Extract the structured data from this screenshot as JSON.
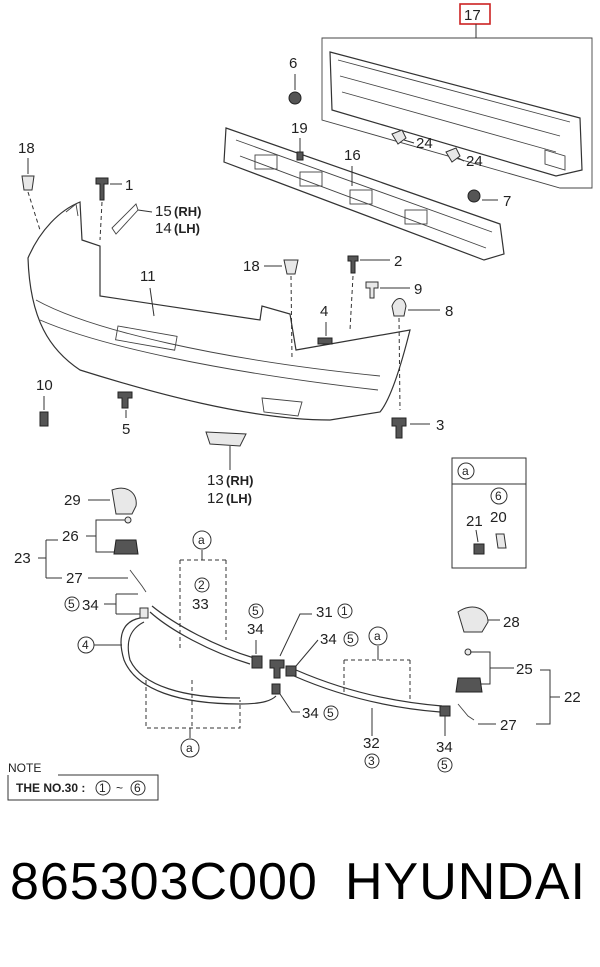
{
  "callouts": {
    "c17": "17",
    "c6": "6",
    "c19": "19",
    "c16": "16",
    "c24a": "24",
    "c24b": "24",
    "c7": "7",
    "c18a": "18",
    "c1": "1",
    "c15": "15",
    "c15s": "(RH)",
    "c14": "14",
    "c14s": "(LH)",
    "c11": "11",
    "c18b": "18",
    "c2": "2",
    "c9": "9",
    "c8": "8",
    "c4": "4",
    "c10": "10",
    "c5": "5",
    "c3": "3",
    "c13": "13",
    "c13s": "(RH)",
    "c12": "12",
    "c12s": "(LH)",
    "c29": "29",
    "c26": "26",
    "c23": "23",
    "c27a": "27",
    "c34a": "34",
    "c4c": "4",
    "ca1": "a",
    "c2c": "2",
    "c33": "33",
    "c5c": "5",
    "c34b": "34",
    "c31": "31",
    "c1c": "1",
    "c34c": "34",
    "c5d": "5",
    "ca2": "a",
    "c28": "28",
    "c25": "25",
    "c22": "22",
    "c27b": "27",
    "c34d": "34",
    "c5e": "5",
    "c32": "32",
    "c3c": "3",
    "c34e": "34",
    "c5f": "5",
    "ca3": "a",
    "c5a": "5",
    "detail_a": "a",
    "c6c": "6",
    "c20": "20",
    "c21": "21"
  },
  "note": {
    "title": "NOTE",
    "text": "THE NO.30 :",
    "from": "1",
    "sep": "~",
    "to": "6"
  },
  "caption": {
    "part_number": "865303C000",
    "brand": "HYUNDAI"
  },
  "colors": {
    "callout_box_17": "#cc2222",
    "line": "#333333"
  }
}
